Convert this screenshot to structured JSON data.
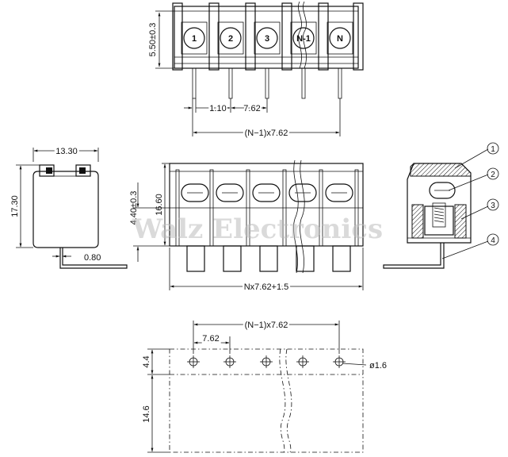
{
  "top_view": {
    "terminal_labels": [
      "1",
      "2",
      "3",
      "N-1",
      "N"
    ],
    "dim_height": "5.50±0.3",
    "dim_offset": "1.10",
    "dim_pitch": "7.62",
    "dim_span": "(N−1)x7.62"
  },
  "side_view": {
    "dim_width": "13.30",
    "dim_height": "17.30",
    "dim_pin": "0.80"
  },
  "front_view": {
    "dim_pin_height": "4.40±0.3",
    "dim_body_height": "16.60",
    "dim_length": "Nx7.62+1.5",
    "watermark": "Walz Electronics"
  },
  "section_view": {
    "callouts": [
      "1",
      "2",
      "3",
      "4"
    ]
  },
  "pcb_layout": {
    "dim_span": "(N−1)x7.62",
    "dim_pitch": "7.62",
    "dim_hole": "ø1.6",
    "dim_row": "4.4",
    "dim_depth": "14.6"
  }
}
